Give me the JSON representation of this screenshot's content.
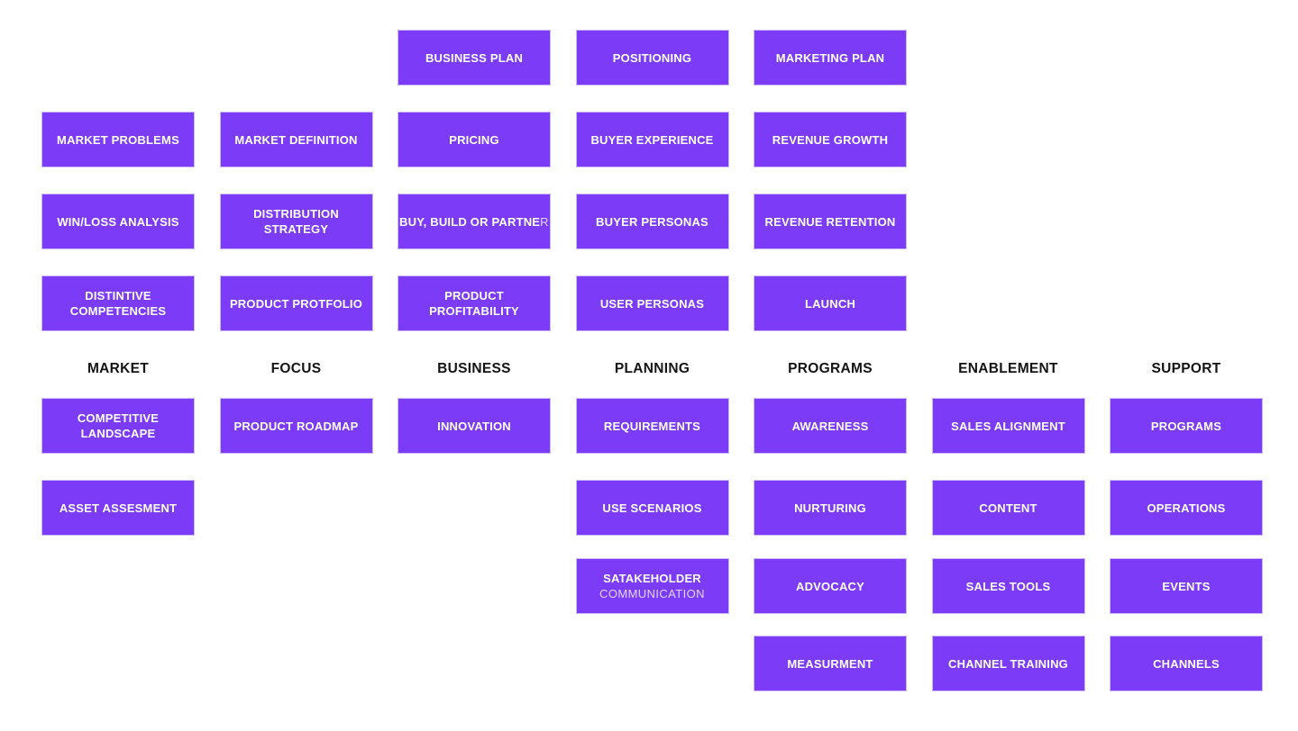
{
  "diagram": {
    "box_color": "#7c3bf7",
    "box_border_color": "#cbb9f4",
    "label_color": "#ffffff",
    "light_label_color": "#e3d9fb",
    "header_text_color": "#141414",
    "columns": [
      {
        "header": "MARKET",
        "cells": [
          {
            "row": 2,
            "label": "MARKET PROBLEMS"
          },
          {
            "row": 3,
            "label": "WIN/LOSS ANALYSIS"
          },
          {
            "row": 4,
            "label": "DISTINTIVE\nCOMPETENCIES"
          },
          {
            "row": 5,
            "label": "COMPETITIVE\nLANDSCAPE"
          },
          {
            "row": 6,
            "label": "ASSET ASSESMENT"
          }
        ]
      },
      {
        "header": "FOCUS",
        "cells": [
          {
            "row": 2,
            "label": "MARKET DEFINITION"
          },
          {
            "row": 3,
            "label": "DISTRIBUTION\nSTRATEGY"
          },
          {
            "row": 4,
            "label": "PRODUCT PROTFOLIO"
          },
          {
            "row": 5,
            "label": "PRODUCT ROADMAP"
          }
        ]
      },
      {
        "header": "BUSINESS",
        "cells": [
          {
            "row": 1,
            "label": "BUSINESS PLAN"
          },
          {
            "row": 2,
            "label": "PRICING"
          },
          {
            "row": 3,
            "label": "BUY, BUILD OR PARTNE",
            "label_light": "R"
          },
          {
            "row": 4,
            "label": "PRODUCT\nPROFITABILITY"
          },
          {
            "row": 5,
            "label": "INNOVATION"
          }
        ]
      },
      {
        "header": "PLANNING",
        "cells": [
          {
            "row": 1,
            "label": "POSITIONING"
          },
          {
            "row": 2,
            "label": "BUYER EXPERIENCE"
          },
          {
            "row": 3,
            "label": "BUYER PERSONAS"
          },
          {
            "row": 4,
            "label": "USER PERSONAS"
          },
          {
            "row": 5,
            "label": "REQUIREMENTS"
          },
          {
            "row": 6,
            "label": "USE SCENARIOS"
          },
          {
            "row": 7,
            "label": "SATAKEHOLDER\n",
            "label_light": "COMMUNICATION"
          }
        ]
      },
      {
        "header": "PROGRAMS",
        "cells": [
          {
            "row": 1,
            "label": "MARKETING PLAN"
          },
          {
            "row": 2,
            "label": "REVENUE GROWTH"
          },
          {
            "row": 3,
            "label": "REVENUE RETENTION"
          },
          {
            "row": 4,
            "label": "LAUNCH"
          },
          {
            "row": 5,
            "label": "AWARENESS"
          },
          {
            "row": 6,
            "label": "NURTURING"
          },
          {
            "row": 7,
            "label": "ADVOCACY"
          },
          {
            "row": 8,
            "label": "MEASURMENT"
          }
        ]
      },
      {
        "header": "ENABLEMENT",
        "cells": [
          {
            "row": 5,
            "label": "SALES ALIGNMENT"
          },
          {
            "row": 6,
            "label": "CONTENT"
          },
          {
            "row": 7,
            "label": "SALES TOOLS"
          },
          {
            "row": 8,
            "label": "CHANNEL TRAINING"
          }
        ]
      },
      {
        "header": "SUPPORT",
        "cells": [
          {
            "row": 5,
            "label": "PROGRAMS"
          },
          {
            "row": 6,
            "label": "OPERATIONS"
          },
          {
            "row": 7,
            "label": "EVENTS"
          },
          {
            "row": 8,
            "label": "CHANNELS"
          }
        ]
      }
    ]
  }
}
